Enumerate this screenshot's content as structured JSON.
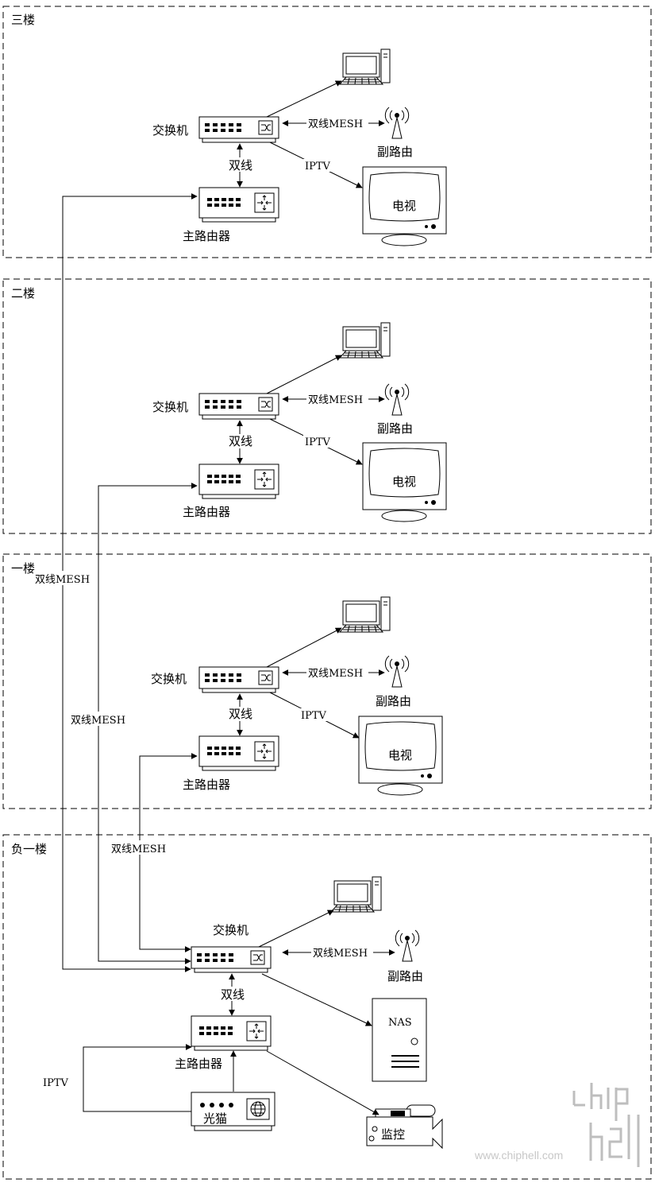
{
  "floors": [
    {
      "id": "f3",
      "title": "三楼",
      "switch": "交换机",
      "router": "主路由器",
      "link": "双线",
      "mesh": "双线MESH",
      "sub_router": "副路由",
      "iptv": "IPTV",
      "tv": "电视"
    },
    {
      "id": "f2",
      "title": "二楼",
      "switch": "交换机",
      "router": "主路由器",
      "link": "双线",
      "mesh": "双线MESH",
      "sub_router": "副路由",
      "iptv": "IPTV",
      "tv": "电视"
    },
    {
      "id": "f1",
      "title": "一楼",
      "switch": "交换机",
      "router": "主路由器",
      "link": "双线",
      "mesh": "双线MESH",
      "sub_router": "副路由",
      "iptv": "IPTV",
      "tv": "电视"
    },
    {
      "id": "b1",
      "title": "负一楼",
      "switch": "交换机",
      "router": "主路由器",
      "link": "双线",
      "mesh": "双线MESH",
      "sub_router": "副路由",
      "nas": "NAS",
      "modem": "光猫",
      "camera": "监控",
      "iptv": "IPTV"
    }
  ],
  "backbone_labels": [
    "双线MESH",
    "双线MESH",
    "双线MESH"
  ],
  "watermark": {
    "logo": "chip hell",
    "url": "www.chiphell.com"
  }
}
